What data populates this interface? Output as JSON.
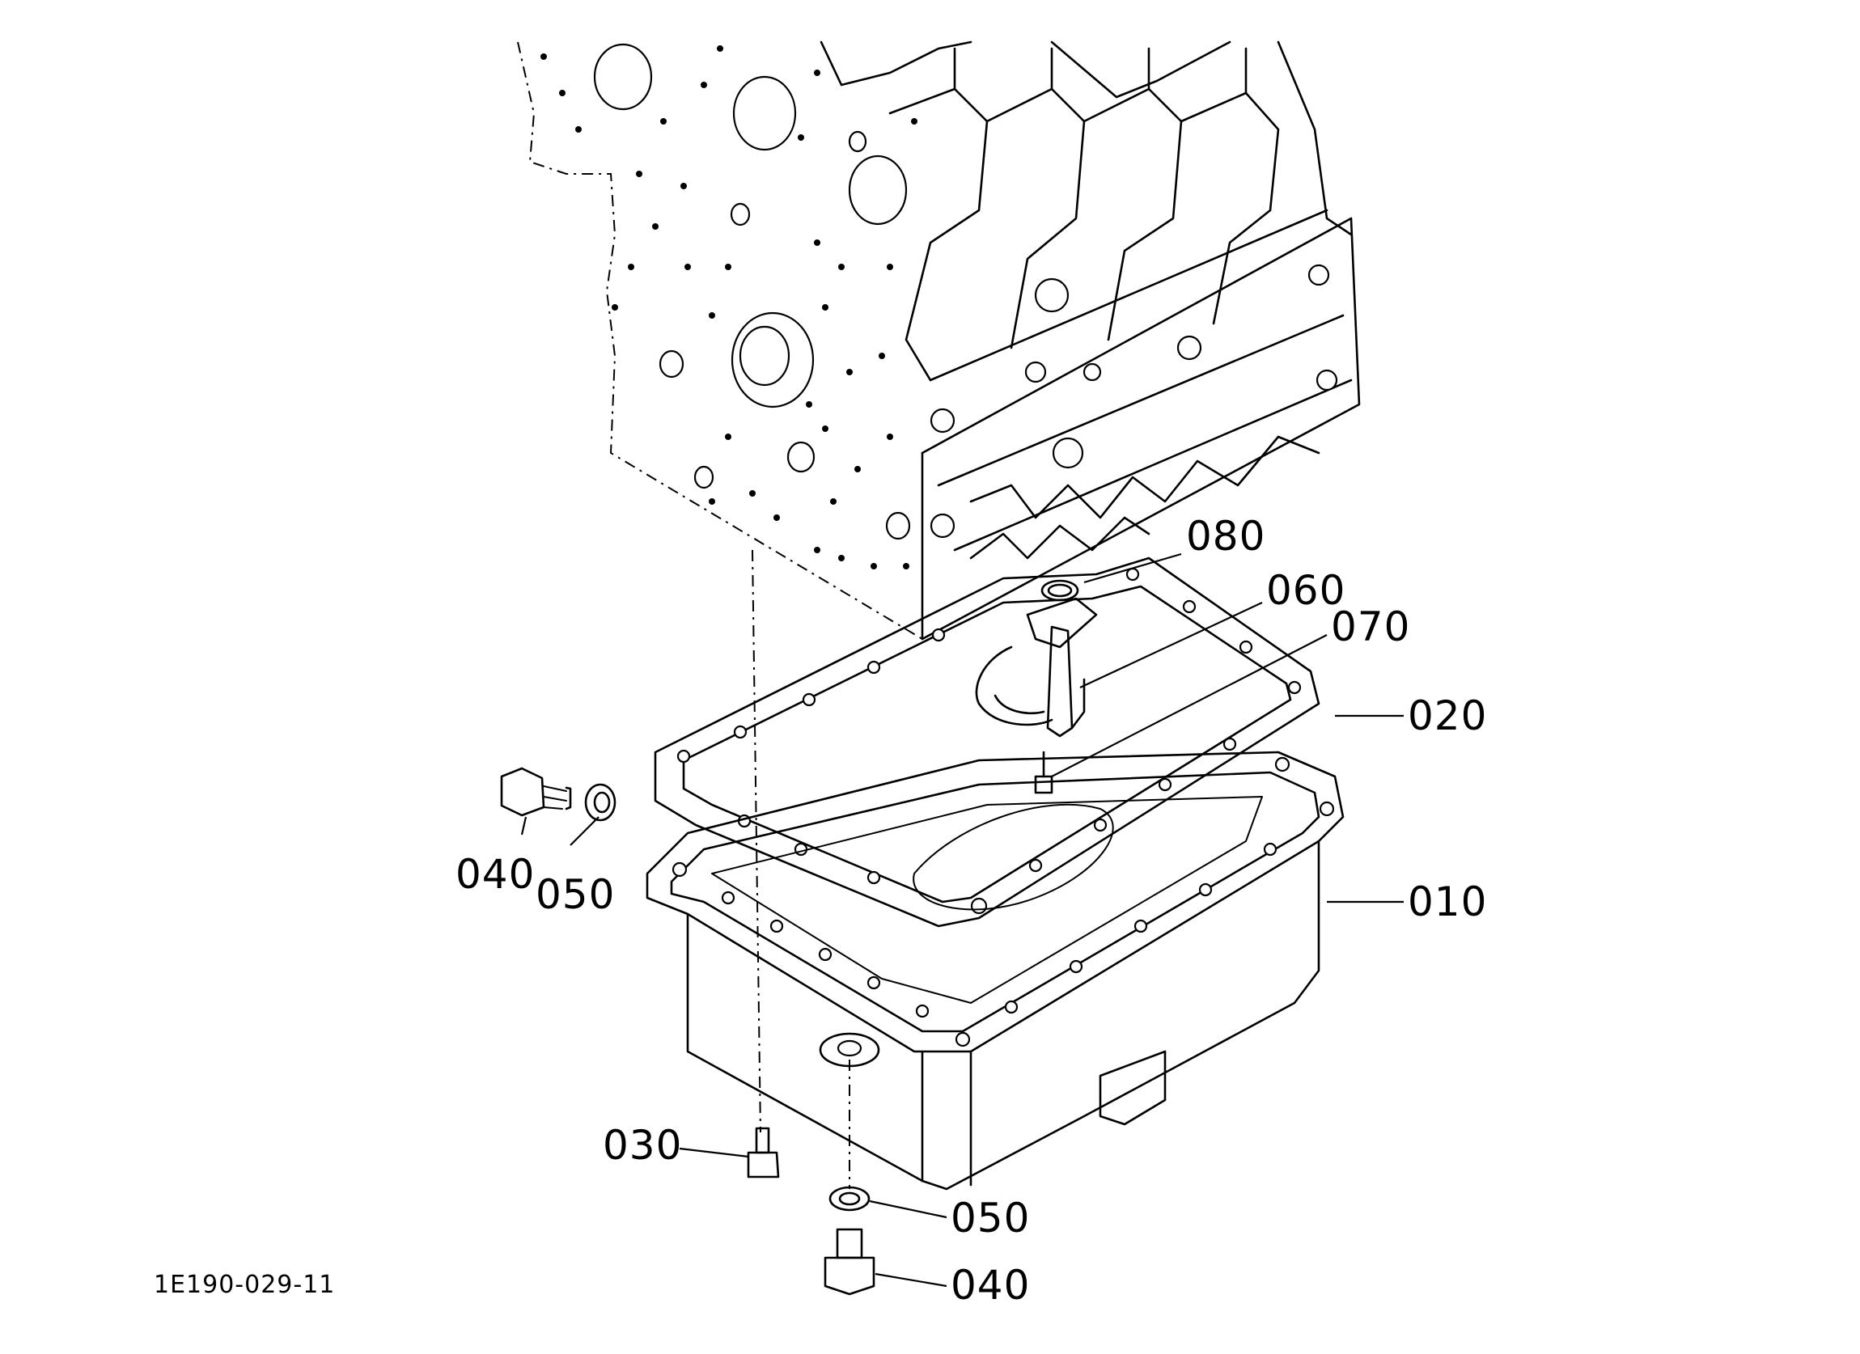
{
  "diagram": {
    "drawing_code": "1E190-029-11",
    "callouts": {
      "c010": "010",
      "c020": "020",
      "c030": "030",
      "c040_left": "040",
      "c040_bottom": "040",
      "c050_left": "050",
      "c050_bottom": "050",
      "c060": "060",
      "c070": "070",
      "c080": "080"
    }
  }
}
